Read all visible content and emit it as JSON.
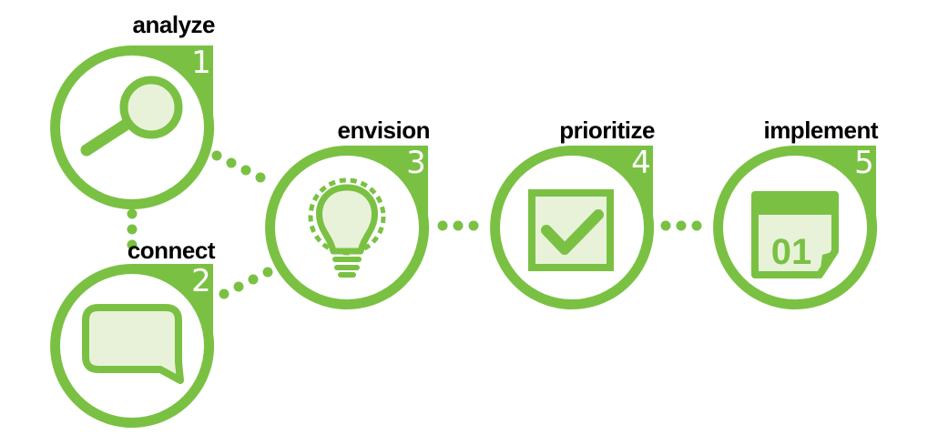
{
  "colors": {
    "accent": "#7ac143",
    "fill_light": "#e8f2d9",
    "label": "#000000",
    "number": "#ffffff"
  },
  "steps": [
    {
      "id": "analyze",
      "number": "1",
      "label": "analyze",
      "icon": "magnifier-icon"
    },
    {
      "id": "connect",
      "number": "2",
      "label": "connect",
      "icon": "speech-bubble-icon"
    },
    {
      "id": "envision",
      "number": "3",
      "label": "envision",
      "icon": "lightbulb-icon"
    },
    {
      "id": "prioritize",
      "number": "4",
      "label": "prioritize",
      "icon": "checkbox-icon"
    },
    {
      "id": "implement",
      "number": "5",
      "label": "implement",
      "icon": "calendar-icon"
    }
  ],
  "calendar_text": "01"
}
